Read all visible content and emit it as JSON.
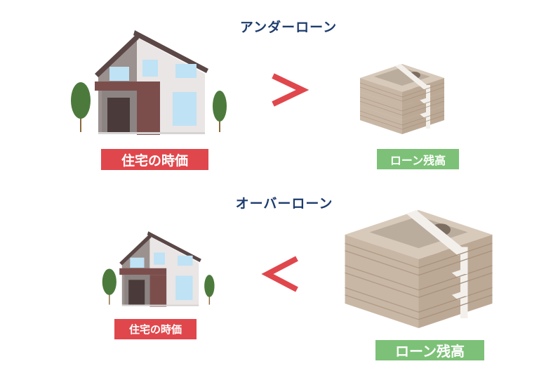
{
  "under_loan": {
    "title": "アンダーローン",
    "house_label": "住宅の時価",
    "comparison": ">",
    "loan_label": "ローン残高"
  },
  "over_loan": {
    "title": "オーバーローン",
    "house_label": "住宅の時価",
    "comparison": "<",
    "loan_label": "ローン残高"
  },
  "colors": {
    "title": "#1d3c6e",
    "house_label_bg": "#e0474c",
    "loan_label_bg": "#7cc177",
    "comparison_arrow": "#e0474c"
  },
  "icons": [
    "house-illustration",
    "tree-icon",
    "banknote-stack-illustration"
  ]
}
